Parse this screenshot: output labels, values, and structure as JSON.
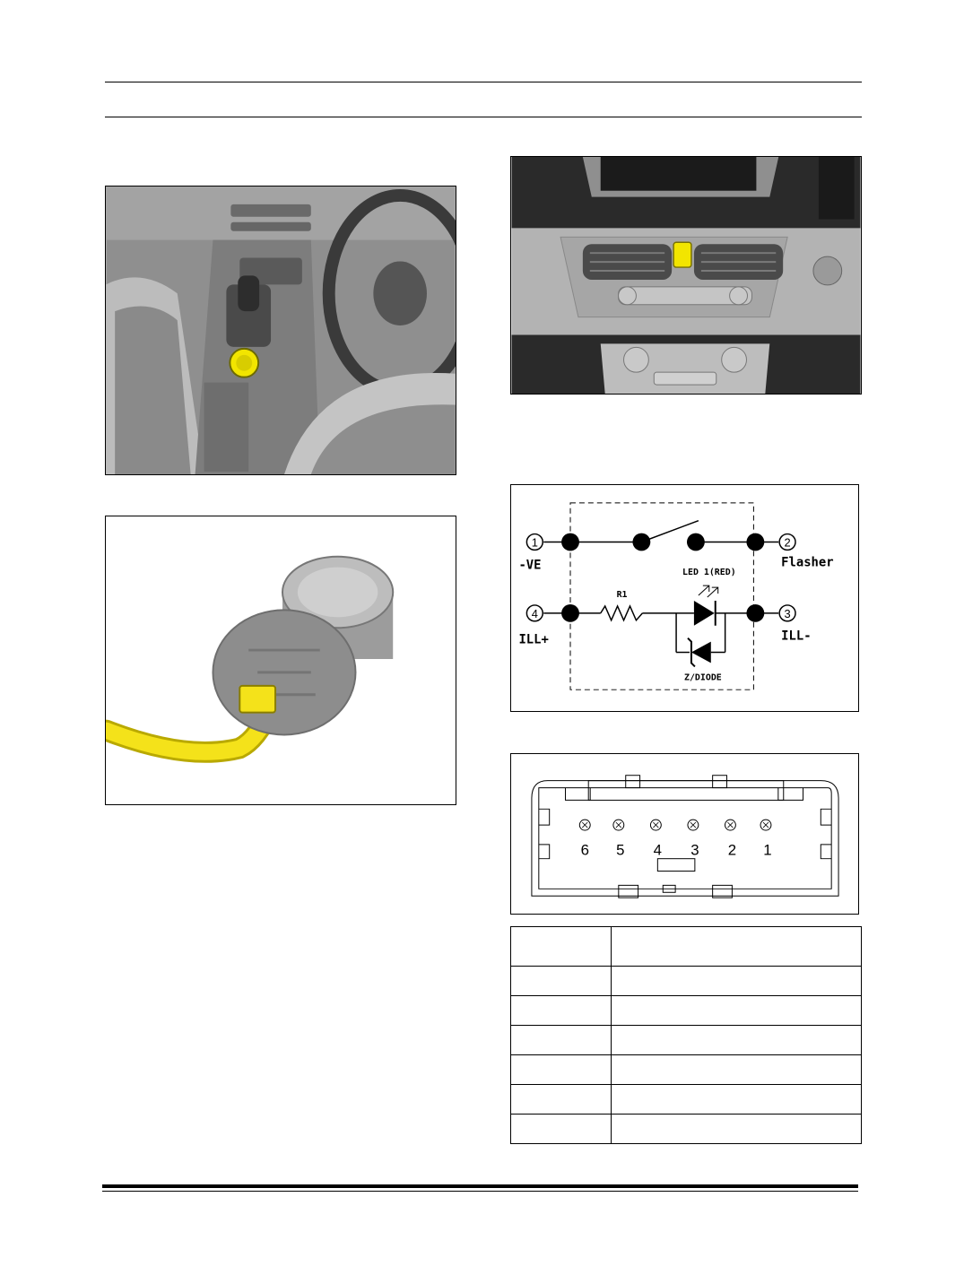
{
  "schematic": {
    "pins": [
      {
        "num": "1",
        "label": "-VE"
      },
      {
        "num": "2",
        "label": "Flasher"
      },
      {
        "num": "3",
        "label": "ILL-"
      },
      {
        "num": "4",
        "label": "ILL+"
      }
    ],
    "resistor_label": "R1",
    "led_label": "LED 1(RED)",
    "zener_label": "Z/DIODE"
  },
  "connector": {
    "pin_numbers": [
      "6",
      "5",
      "4",
      "3",
      "2",
      "1"
    ]
  },
  "pin_table": {
    "rows": [
      [
        "",
        ""
      ],
      [
        "",
        ""
      ],
      [
        "",
        ""
      ],
      [
        "",
        ""
      ],
      [
        "",
        ""
      ],
      [
        "",
        ""
      ],
      [
        "",
        ""
      ]
    ]
  },
  "colors": {
    "button_yellow": "#f2e500",
    "cable_yellow": "#f4e21a",
    "render_gray": "#9a9a9a"
  }
}
